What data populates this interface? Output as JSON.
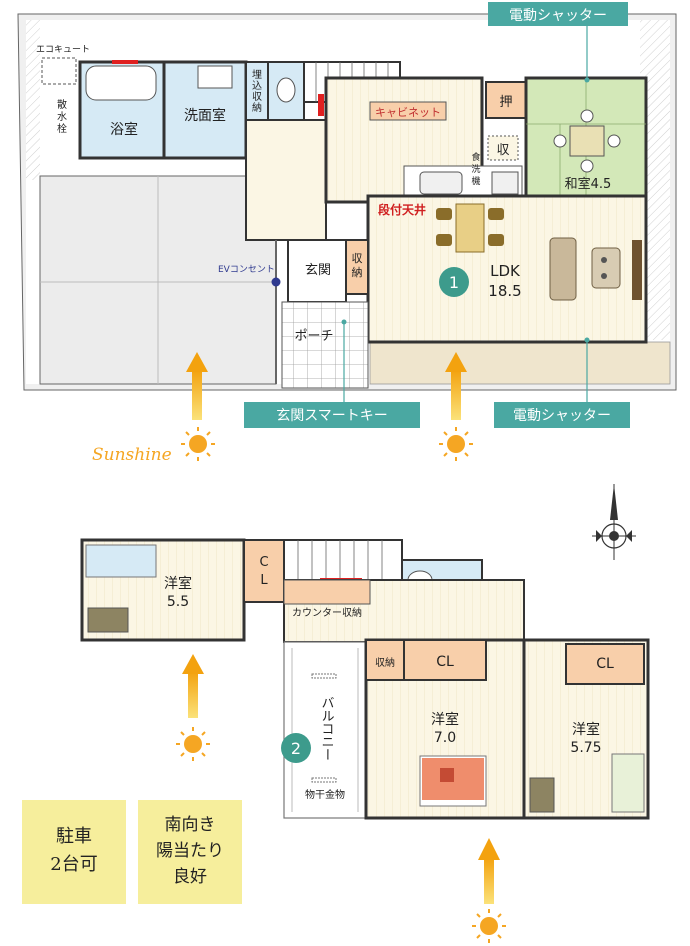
{
  "floor1": {
    "callout_shutter_top": "電動シャッター",
    "ecocute": "エコキュート",
    "sansui_1": "散",
    "sansui_2": "水",
    "sansui_3": "栓",
    "bath": "浴室",
    "washroom": "洗面室",
    "builtin_1": "埋",
    "builtin_2": "込",
    "builtin_3": "収",
    "builtin_4": "納",
    "cabinet": "キャビネット",
    "oshi": "押",
    "shu": "収",
    "dishwasher_1": "食",
    "dishwasher_2": "洗",
    "dishwasher_3": "機",
    "washitsu": "和室4.5",
    "stepped_ceiling": "段付天井",
    "ev_outlet": "EVコンセント",
    "genkan": "玄関",
    "shuno_1": "収",
    "shuno_2": "納",
    "ldk_number": "1",
    "ldk_name": "LDK",
    "ldk_size": "18.5",
    "porch": "ポーチ",
    "callout_smartkey": "玄関スマートキー",
    "callout_shutter_bottom": "電動シャッター",
    "sunshine": "Sunshine"
  },
  "floor2": {
    "western1_name": "洋室",
    "western1_size": "5.5",
    "cl1_a": "C",
    "cl1_b": "L",
    "counter_storage": "カウンター収納",
    "shuno_small": "収納",
    "cl2": "CL",
    "cl3": "CL",
    "balcony": "バルコニー",
    "balcony_number": "2",
    "drying_rack": "物干金物",
    "western2_name": "洋室",
    "western2_size": "7.0",
    "western3_name": "洋室",
    "western3_size": "5.75"
  },
  "badges": {
    "parking_1": "駐車",
    "parking_2": "2台可",
    "south_1": "南向き",
    "south_2": "陽当たり",
    "south_3": "良好"
  },
  "colors": {
    "wall": "#333333",
    "floor": "#fbf6e4",
    "tatami": "#d3e8b8",
    "wet": "#d6eaf5",
    "storage": "#f8cfaa",
    "callout": "#4aa8a2",
    "badge": "#f6ee9c",
    "parking": "#ececec",
    "terrace": "#efe5cd",
    "sun": "#f5a623"
  }
}
